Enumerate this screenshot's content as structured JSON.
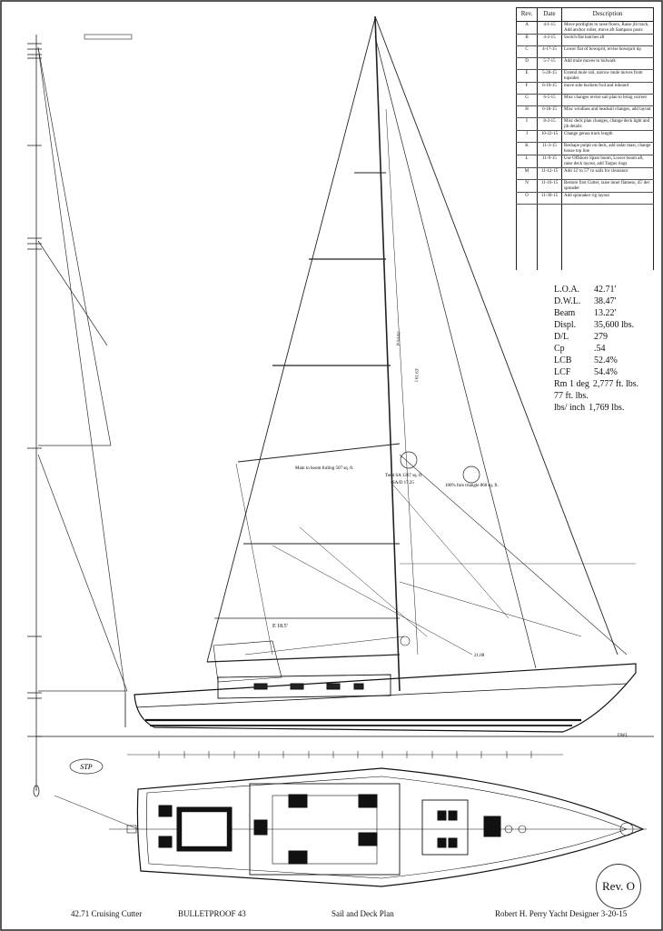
{
  "revision_table": {
    "headers": [
      "Rev.",
      "Date",
      "Description"
    ],
    "rows": [
      {
        "rev": "A",
        "date": "4-1-15",
        "desc": "Move portlights to raise floors, Raise jib track, Add anchor roller, move aft Sampson posts"
      },
      {
        "rev": "B",
        "date": "4-2-15",
        "desc": "Switch flat hatches aft"
      },
      {
        "rev": "C",
        "date": "4-17-15",
        "desc": "Lower flat of bowsprit, revise bowsprit tip"
      },
      {
        "rev": "D",
        "date": "5-7-15",
        "desc": "Add mule moves to bulwark"
      },
      {
        "rev": "E",
        "date": "5-20-15",
        "desc": "Extend mule rail, narrow mule moves from topsides"
      },
      {
        "rev": "F",
        "date": "6-10-15",
        "desc": "move side buckets fwd and inboard"
      },
      {
        "rev": "G",
        "date": "6-5-15",
        "desc": "Misc changes revise sail plan to bring current"
      },
      {
        "rev": "H",
        "date": "6-18-15",
        "desc": "Misc windlass and headsail changes, add layout"
      },
      {
        "rev": "I",
        "date": "8-2-15",
        "desc": "Misc deck plan changes, change deck light and jib details"
      },
      {
        "rev": "J",
        "date": "10-22-15",
        "desc": "Change genoa track length"
      },
      {
        "rev": "K",
        "date": "11-3-15",
        "desc": "Reshape pulpit on deck, add radar mast, change house top line"
      },
      {
        "rev": "L",
        "date": "11-9-15",
        "desc": "Use Offshore Spars boom, Lower boom aft, raise deck layout, add Targus rings"
      },
      {
        "rev": "M",
        "date": "11-12-15",
        "desc": "Add 12' to 57' to sails for clearance"
      },
      {
        "rev": "N",
        "date": "11-16-15",
        "desc": "Restore first Cutter, raise inner flatness, 45' dec spreader"
      },
      {
        "rev": "O",
        "date": "11-30-15",
        "desc": "Add spinnaker rig layout"
      }
    ]
  },
  "specs": [
    {
      "label": "L.O.A.",
      "value": "42.71'"
    },
    {
      "label": "D.W.L.",
      "value": "38.47'"
    },
    {
      "label": "Beam",
      "value": "13.22'"
    },
    {
      "label": "Displ.",
      "value": "35,600 lbs."
    },
    {
      "label": "D/L",
      "value": "279"
    },
    {
      "label": "Cp",
      "value": ".54"
    },
    {
      "label": "LCB",
      "value": "52.4%"
    },
    {
      "label": "LCF",
      "value": "54.4%"
    },
    {
      "label": "Rm 1 deg",
      "value": "2,777 ft. lbs."
    },
    {
      "label": "77 ft. lbs.",
      "value": ""
    },
    {
      "label": "lbs/ inch",
      "value": "1,769 lbs."
    }
  ],
  "annotations": {
    "main_area": "Main in boom furling 507 sq. ft.",
    "total_sa": "Total SA 1367 sq. ft",
    "sa_d": "SA/D 17.25",
    "fore_triangle": "100% fore triangle 860 sq. ft.",
    "e": "E 18.5'",
    "p": "P 53.81'",
    "i": "I 61.63'",
    "j_val": "21.00",
    "stp": "STP",
    "dwl": "DWL"
  },
  "title_block": {
    "model": "42.71 Cruising Cutter",
    "name": "BULLETPROOF 43",
    "sheet": "Sail and Deck Plan",
    "designer": "Robert H. Perry Yacht Designer  3-20-15",
    "revision": "Rev. O"
  }
}
